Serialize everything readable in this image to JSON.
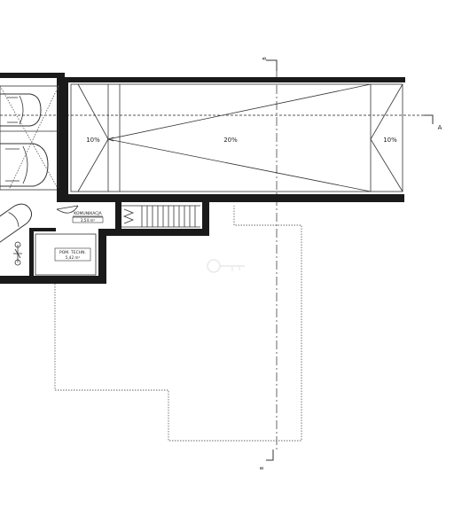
{
  "section_markers": {
    "b_top": "B",
    "b_bottom": "B",
    "a_right": "A"
  },
  "ramp": {
    "left_slope": "10%",
    "middle_slope": "20%",
    "right_slope": "10%"
  },
  "rooms": {
    "communication": {
      "name": "KOMUNIKACJA",
      "area": "3,54 m²"
    },
    "technical": {
      "name": "POM. TECHN.",
      "area": "5,42 m²"
    }
  },
  "colors": {
    "wall": "#1a1a1a",
    "line": "#333333",
    "background": "#ffffff"
  }
}
